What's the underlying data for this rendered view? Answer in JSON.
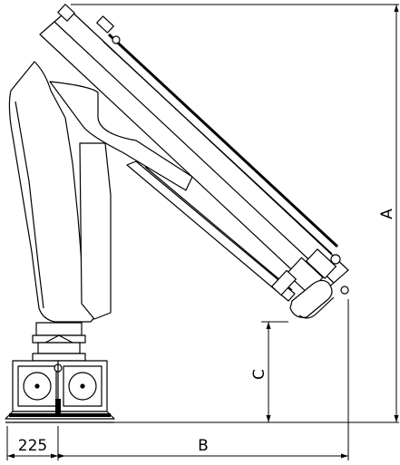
{
  "drawing": {
    "dimensions": {
      "a_label": "A",
      "b_label": "B",
      "c_label": "C",
      "base_offset_label": "225"
    },
    "colors": {
      "line": "#000000",
      "fill": "#ffffff"
    }
  }
}
